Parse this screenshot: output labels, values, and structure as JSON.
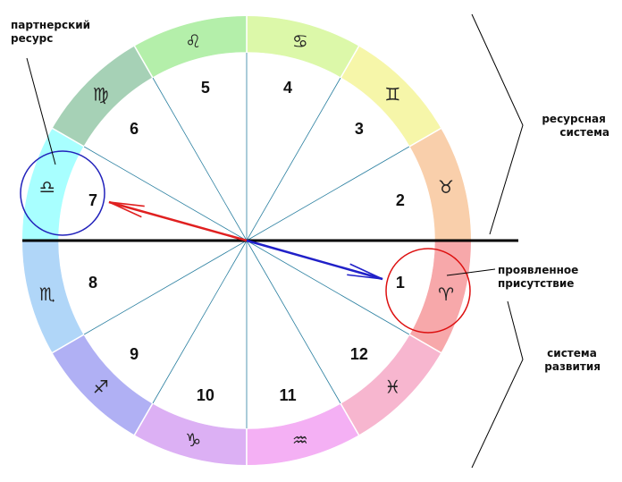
{
  "labels": {
    "partner_resource": [
      "партнерский",
      "ресурс"
    ],
    "resource_system": [
      "ресурсная",
      "система"
    ],
    "manifest_presence": [
      "проявленное",
      "присутствие"
    ],
    "development_system": [
      "система",
      "развития"
    ]
  },
  "houses": [
    "1",
    "2",
    "3",
    "4",
    "5",
    "6",
    "7",
    "8",
    "9",
    "10",
    "11",
    "12"
  ],
  "signs": [
    {
      "name": "aries-icon",
      "glyph": "♈",
      "color": "#f7a8aa"
    },
    {
      "name": "taurus-icon",
      "glyph": "♉",
      "color": "#f9cfab"
    },
    {
      "name": "gemini-icon",
      "glyph": "♊",
      "color": "#f6f6a9"
    },
    {
      "name": "cancer-icon",
      "glyph": "♋",
      "color": "#dcf8a9"
    },
    {
      "name": "leo-icon",
      "glyph": "♌",
      "color": "#b4efaa"
    },
    {
      "name": "virgo-icon",
      "glyph": "♍",
      "color": "#a6d1b6"
    },
    {
      "name": "libra-icon",
      "glyph": "♎",
      "color": "#a8ffff"
    },
    {
      "name": "scorpio-icon",
      "glyph": "♏",
      "color": "#b0d6f8"
    },
    {
      "name": "sagittarius-icon",
      "glyph": "♐",
      "color": "#b0b0f4"
    },
    {
      "name": "capricorn-icon",
      "glyph": "♑",
      "color": "#dcb0f4"
    },
    {
      "name": "aquarius-icon",
      "glyph": "♒",
      "color": "#f4b0f4"
    },
    {
      "name": "pisces-icon",
      "glyph": "♓",
      "color": "#f7b6cf"
    }
  ],
  "colors": {
    "red_arrow": "#e02020",
    "blue_arrow": "#2020c8",
    "red_circle": "#dd1111",
    "blue_circle": "#2222bb",
    "horizon": "#000000",
    "spokes": "#2a7fa0"
  }
}
